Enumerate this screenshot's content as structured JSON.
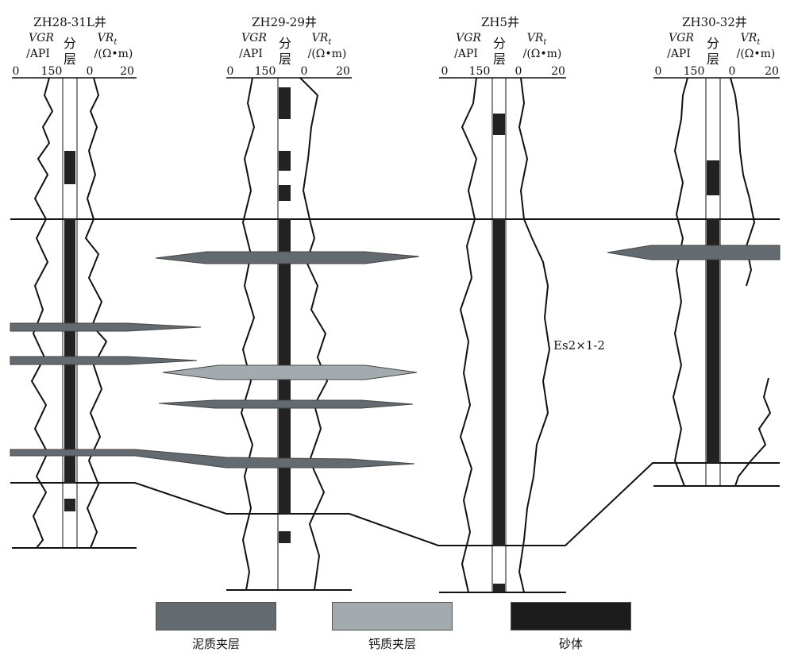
{
  "wells": [
    {
      "name": "ZH28-31L井",
      "gr_label": "VGR",
      "gr_unit": "/API",
      "layer_label": [
        "分",
        "层"
      ],
      "rt_label": "VR",
      "rt_sub": "t",
      "rt_unit": "/(Ω•m)",
      "ticks": [
        "0",
        "150",
        "0",
        "20"
      ]
    },
    {
      "name": "ZH29-29井",
      "gr_label": "VGR",
      "gr_unit": "/API",
      "layer_label": [
        "分",
        "层"
      ],
      "rt_label": "VR",
      "rt_sub": "t",
      "rt_unit": "/(Ω•m)",
      "ticks": [
        "0",
        "150",
        "0",
        "20"
      ]
    },
    {
      "name": "ZH5井",
      "gr_label": "VGR",
      "gr_unit": "/API",
      "layer_label": [
        "分",
        "层"
      ],
      "rt_label": "VR",
      "rt_sub": "t",
      "rt_unit": "/(Ω•m)",
      "ticks": [
        "0",
        "150",
        "0",
        "20"
      ]
    },
    {
      "name": "ZH30-32井",
      "gr_label": "VGR",
      "gr_unit": "/API",
      "layer_label": [
        "分",
        "层"
      ],
      "rt_label": "VR",
      "rt_sub": "t",
      "rt_unit": "/(Ω•m)",
      "ticks": [
        "0",
        "150",
        "0",
        "20"
      ]
    }
  ],
  "layer_label": "Es2×1-2",
  "legend": [
    {
      "label": "泥质夹层",
      "color": "#636b70"
    },
    {
      "label": "钙质夹层",
      "color": "#a3abae"
    },
    {
      "label": "砂体",
      "color": "#1c1c1c"
    }
  ],
  "colors": {
    "mud": "#636b70",
    "calc": "#a3abae",
    "sand": "#222222",
    "line": "#111111"
  }
}
